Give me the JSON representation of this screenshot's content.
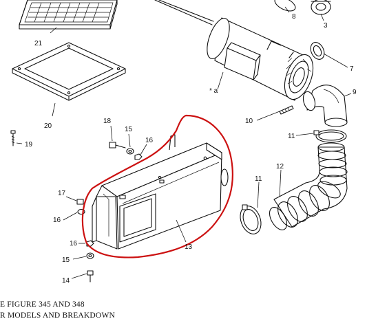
{
  "callouts": {
    "c21": "21",
    "c20": "20",
    "c19": "19",
    "c18": "18",
    "c15a": "15",
    "c16a": "16",
    "c17": "17",
    "c16b": "16",
    "c16c": "16",
    "c15b": "15",
    "c14": "14",
    "c13": "13",
    "c12": "12",
    "c11a": "11",
    "c11b": "11",
    "c10": "10",
    "c9": "9",
    "c8": "8",
    "c7": "7",
    "c3": "3",
    "ca": "* a"
  },
  "caption": {
    "line1": "E FIGURE  345 AND 348",
    "line2": "R MODELS AND BREAKDOWN"
  },
  "colors": {
    "ink": "#111111",
    "highlight": "#cc1111",
    "paper": "#ffffff"
  }
}
